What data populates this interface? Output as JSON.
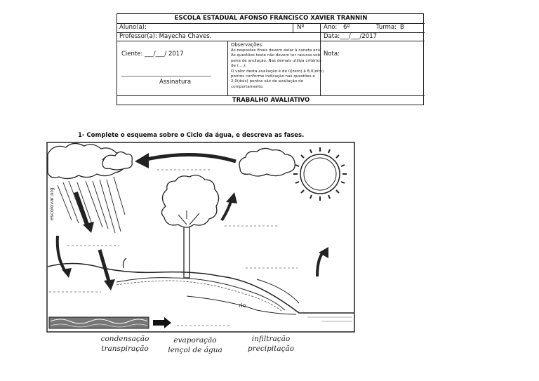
{
  "header": {
    "school": "ESCOLA ESTADUAL AFONSO FRANCISCO XAVIER TRANNIN",
    "student_label": "Aluno(a):",
    "number_label": "Nº",
    "year_label": "Ano:",
    "year_value": "6º",
    "class_label": "Turma:",
    "class_value": "B",
    "teacher": "Professor(a): Mayecha Chaves.",
    "date": "Data:___/___/2017",
    "aware": "Ciente:   ___/___/ 2017",
    "signature_line": "______________________________",
    "signature": "Assinatura",
    "observations_title": "Observações:",
    "observations": [
      "As respostas finais devem estar à caneta azul",
      "As questões teste não devem ter rasuras sob",
      "pena de anulação. Nas demais utiliza critérios",
      "de (....);",
      "O valor desta avaliação é de 0(zero) à 8,0(oito)",
      "pontos conforme indicação nas questões e",
      "2,0(dois) pontos são de avaliação  de",
      "comportamento."
    ],
    "grade_label": "Nota:",
    "footer": "TRABALHO AVALIATIVO"
  },
  "question": "1-    Complete o esquema sobre o Ciclo da água, e descreva as fases.",
  "diagram": {
    "side_text": "escolovar.org",
    "river_label": "rio"
  },
  "word_bank": [
    [
      "condensação",
      "transpiração"
    ],
    [
      "evaporação",
      "lençol de água"
    ],
    [
      "infiltração",
      "precipitação"
    ]
  ]
}
